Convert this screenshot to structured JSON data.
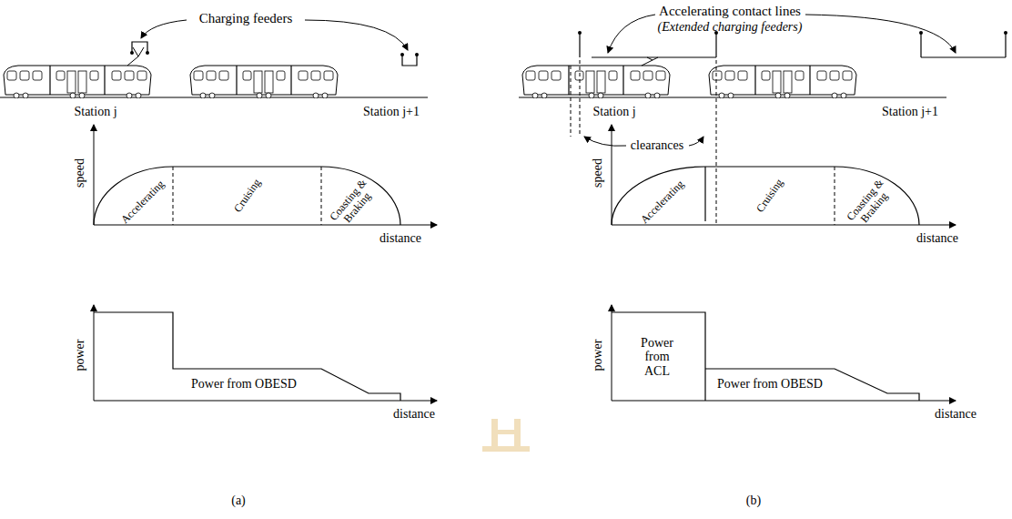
{
  "diagram": {
    "labels": [
      "Charging feeders",
      "Station j",
      "Station j+1",
      "speed",
      "Accelerating",
      "Cruising",
      "Coasting & Braking",
      "distance",
      "power",
      "Power from OBESD",
      "distance",
      "(a)",
      "Accelerating contact lines",
      "(Extended charging feeders)",
      "Station j",
      "Station j+1",
      "clearances",
      "speed",
      "Accelerating",
      "Cruising",
      "Coasting & Braking",
      "distance",
      "power",
      "Power from ACL",
      "Power from OBESD",
      "distance",
      "(b)"
    ]
  }
}
